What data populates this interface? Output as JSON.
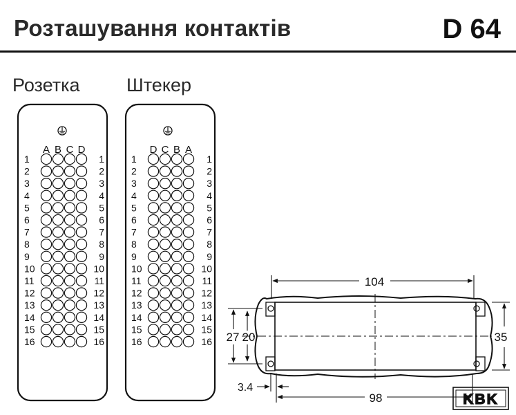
{
  "header": {
    "title": "Розташування контактів",
    "series": "D 64"
  },
  "views": {
    "socket_label": "Розетка",
    "plug_label": "Штекер",
    "socket_columns": [
      "A",
      "B",
      "C",
      "D"
    ],
    "plug_columns": [
      "D",
      "C",
      "B",
      "A"
    ],
    "ground_symbol": "⏚",
    "row_numbers": [
      "1",
      "2",
      "3",
      "4",
      "5",
      "6",
      "7",
      "8",
      "9",
      "10",
      "11",
      "12",
      "13",
      "14",
      "15",
      "16"
    ]
  },
  "dimensions": {
    "overall_width": "104",
    "hole_spacing": "98",
    "overall_height": "35",
    "outer_height": "27",
    "hole_height": "20",
    "hole_offset": "3.4"
  },
  "brand": {
    "logo_text": "KBK"
  },
  "colors": {
    "text": "#1a1a1a",
    "line": "#111111",
    "background": "#ffffff"
  }
}
